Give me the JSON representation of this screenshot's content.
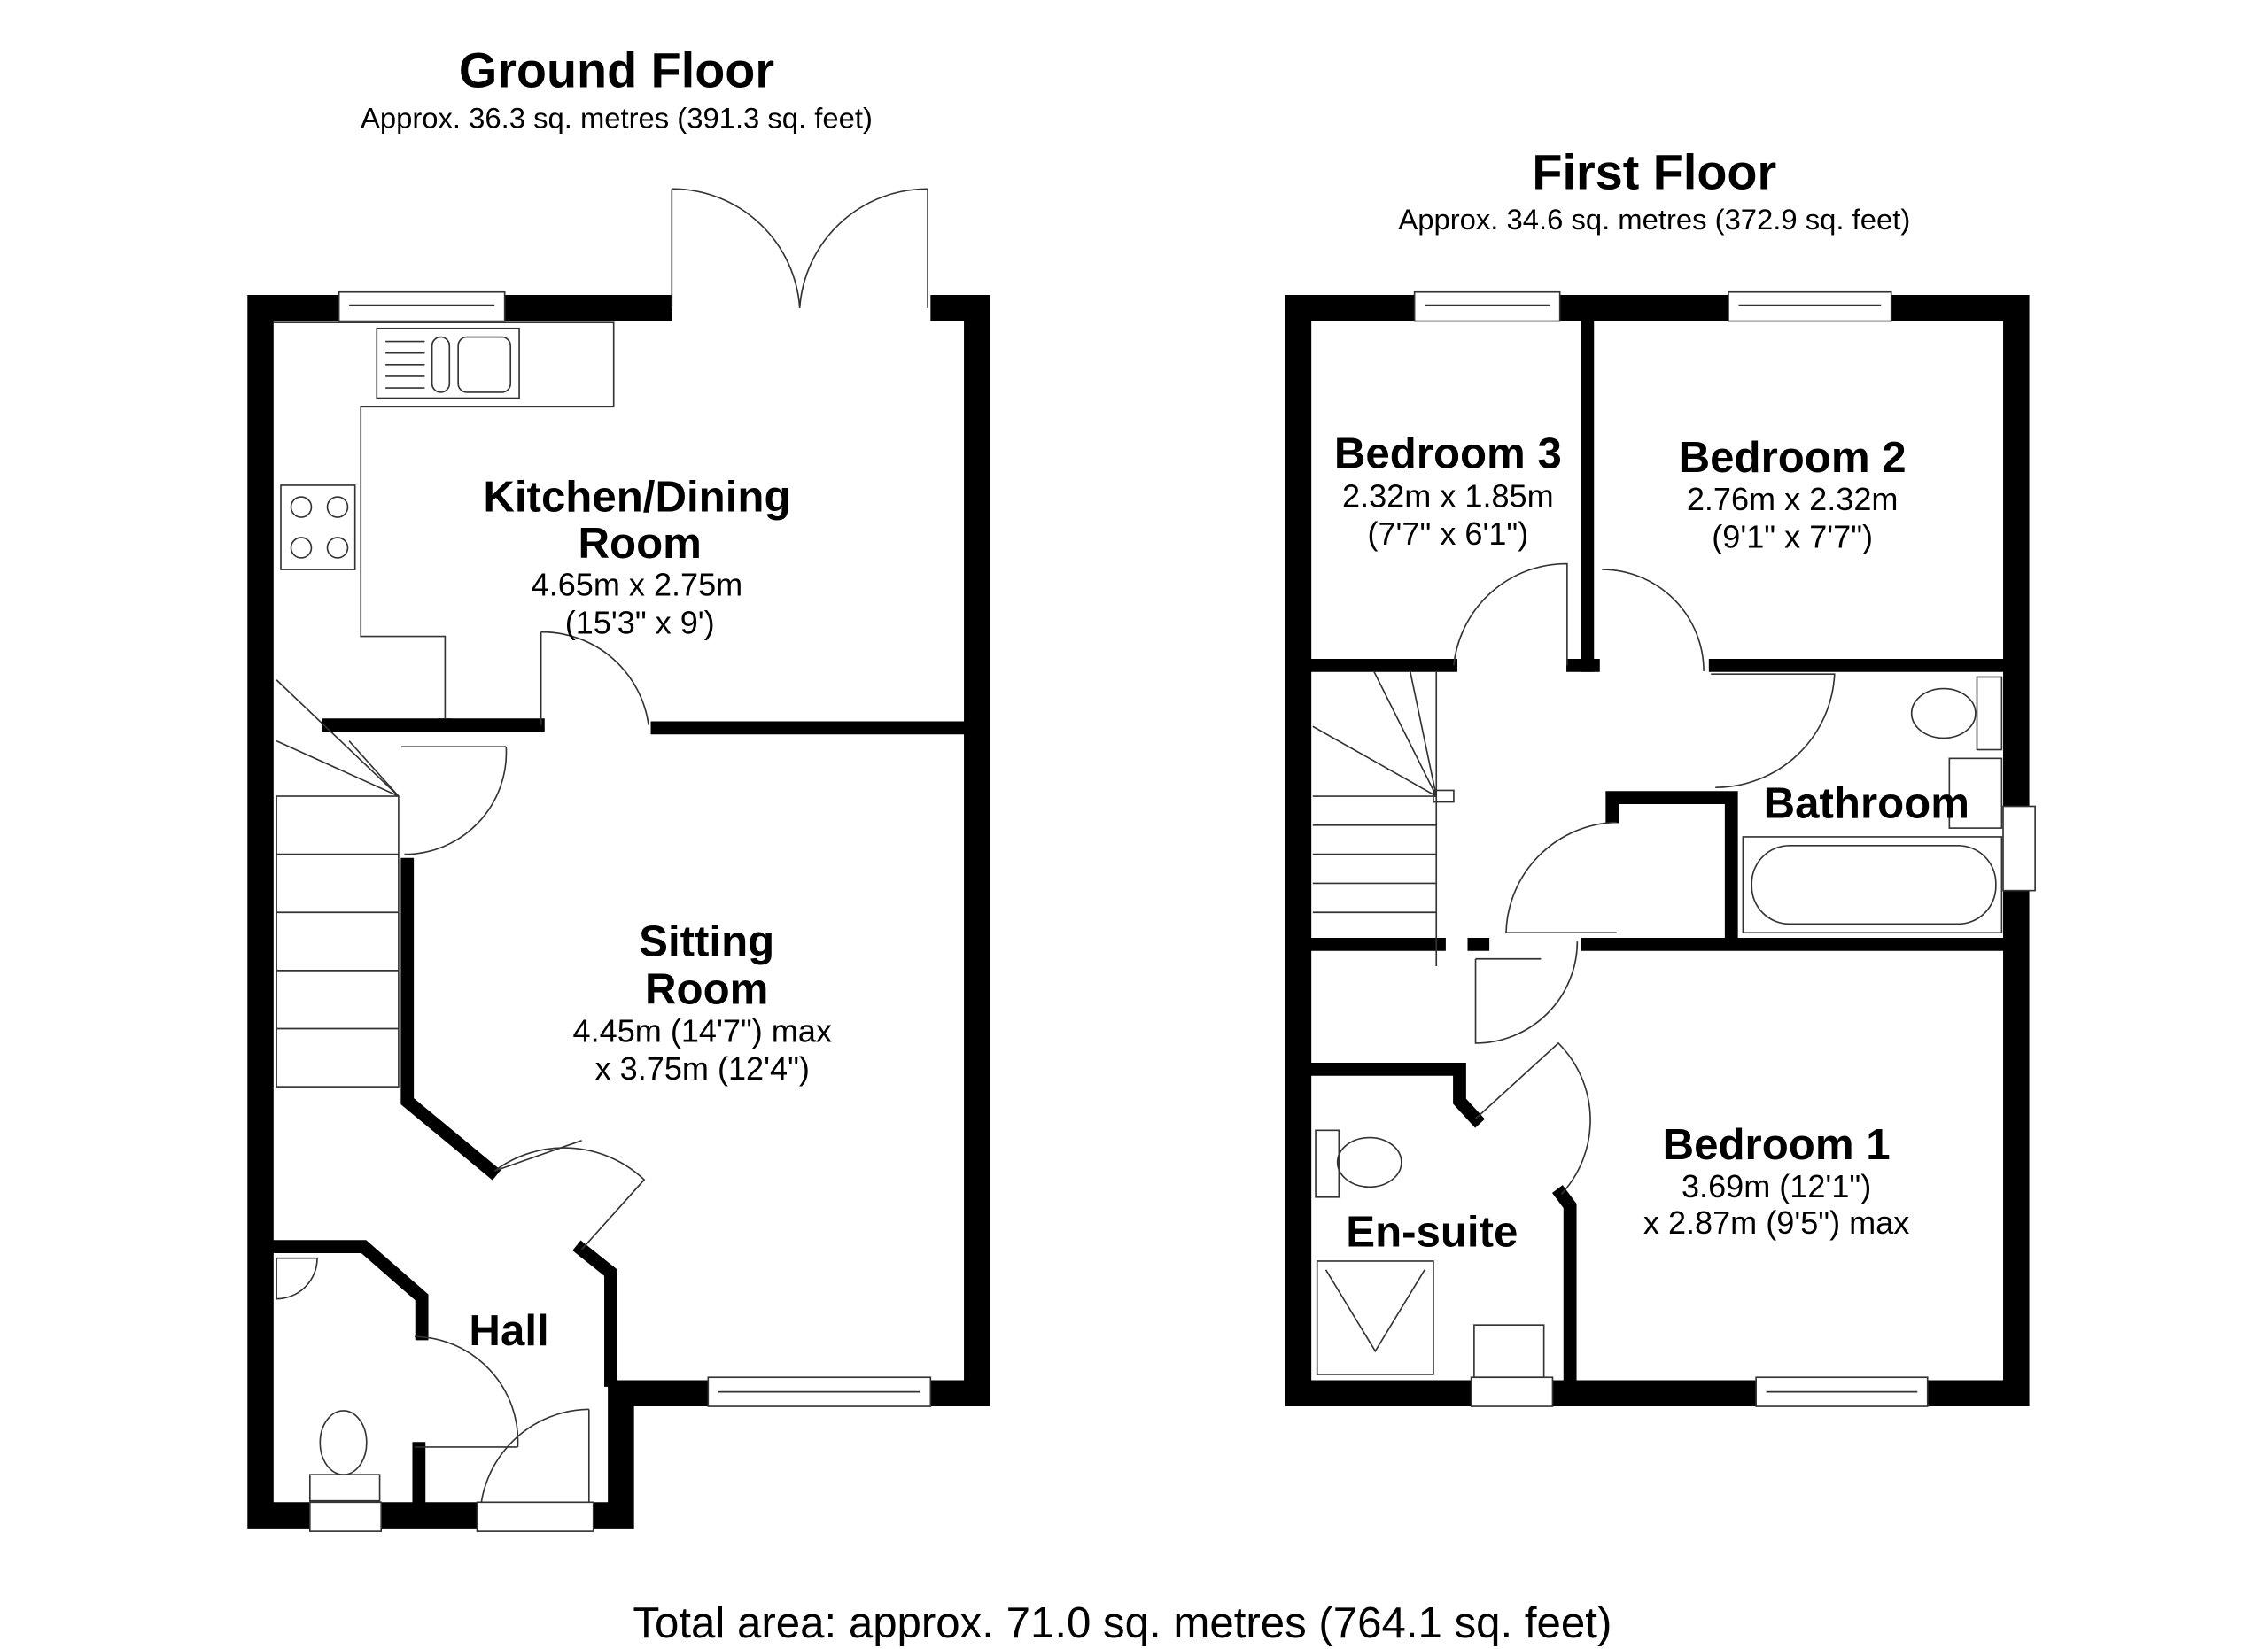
{
  "ground_floor": {
    "title": "Ground Floor",
    "area": "Approx. 36.3 sq. metres (391.3 sq. feet)",
    "rooms": [
      {
        "name_lines": [
          "Kitchen/Dining",
          "Room"
        ],
        "dims": [
          "4.65m x 2.75m",
          "(15'3\" x 9')"
        ]
      },
      {
        "name_lines": [
          "Sitting",
          "Room"
        ],
        "dims": [
          "4.45m (14'7\") max",
          "x 3.75m (12'4\")"
        ]
      },
      {
        "name_lines": [
          "Hall"
        ],
        "dims": []
      }
    ]
  },
  "first_floor": {
    "title": "First Floor",
    "area": "Approx. 34.6 sq. metres (372.9 sq. feet)",
    "rooms": [
      {
        "name_lines": [
          "Bedroom 3"
        ],
        "dims": [
          "2.32m x 1.85m",
          "(7'7\" x 6'1\")"
        ]
      },
      {
        "name_lines": [
          "Bedroom 2"
        ],
        "dims": [
          "2.76m x 2.32m",
          "(9'1\" x 7'7\")"
        ]
      },
      {
        "name_lines": [
          "Bathroom"
        ],
        "dims": []
      },
      {
        "name_lines": [
          "Bedroom 1"
        ],
        "dims": [
          "3.69m (12'1\")",
          "x 2.87m (9'5\") max"
        ]
      },
      {
        "name_lines": [
          "En-suite"
        ],
        "dims": []
      }
    ]
  },
  "total_area": "Total area: approx. 71.0 sq. metres (764.1 sq. feet)"
}
